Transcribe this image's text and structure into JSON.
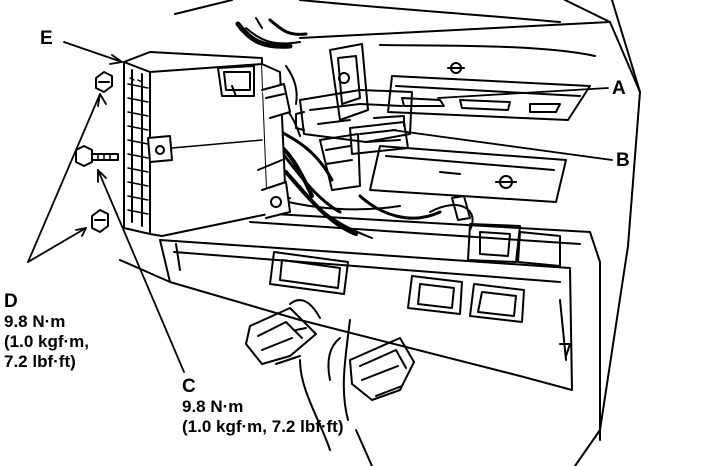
{
  "callouts": {
    "a": "A",
    "b": "B",
    "c": "C",
    "d": "D",
    "e": "E"
  },
  "spec_d": {
    "torque": "9.8 N·m",
    "line2": "(1.0 kgf·m,",
    "line3": "7.2 lbf·ft)"
  },
  "spec_c": {
    "torque": "9.8 N·m",
    "line2": "(1.0 kgf·m, 7.2 lbf·ft)"
  },
  "colors": {
    "ink": "#000000",
    "paper": "#ffffff"
  }
}
